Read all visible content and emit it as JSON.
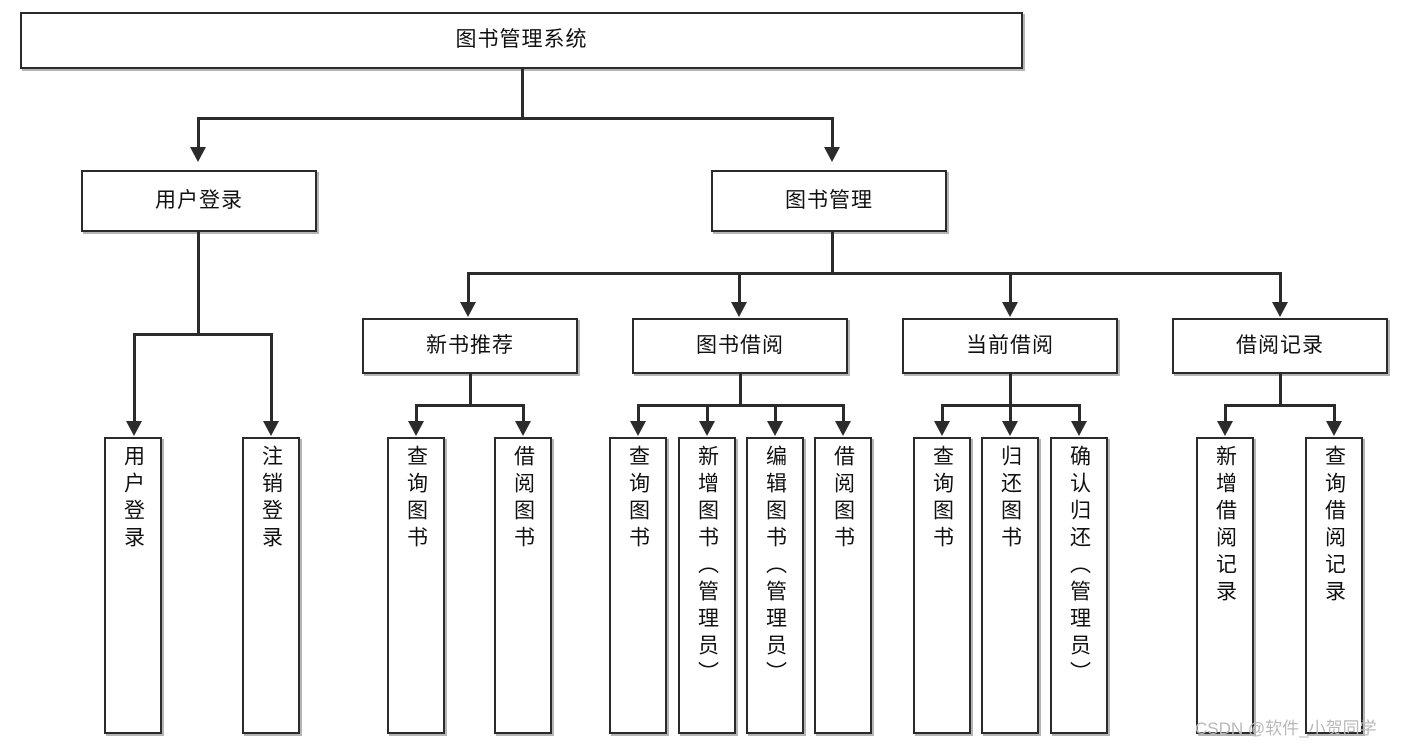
{
  "diagram": {
    "title": "图书管理系统",
    "type": "hierarchy-tree",
    "root": {
      "label": "图书管理系统"
    },
    "level2": [
      {
        "label": "用户登录"
      },
      {
        "label": "图书管理"
      }
    ],
    "level3": [
      {
        "label": "新书推荐"
      },
      {
        "label": "图书借阅"
      },
      {
        "label": "当前借阅"
      },
      {
        "label": "借阅记录"
      }
    ],
    "leaves": {
      "user_login": [
        {
          "label": "用户登录"
        },
        {
          "label": "注销登录"
        }
      ],
      "new_book_recommend": [
        {
          "label": "查询图书"
        },
        {
          "label": "借阅图书"
        }
      ],
      "book_borrow": [
        {
          "label": "查询图书"
        },
        {
          "label": "新增图书（管理员）"
        },
        {
          "label": "编辑图书（管理员）"
        },
        {
          "label": "借阅图书"
        }
      ],
      "current_borrow": [
        {
          "label": "查询图书"
        },
        {
          "label": "归还图书"
        },
        {
          "label": "确认归还（管理员）"
        }
      ],
      "borrow_record": [
        {
          "label": "新增借阅记录"
        },
        {
          "label": "查询借阅记录"
        }
      ]
    }
  },
  "watermark": {
    "text": "CSDN @软件_小贺同学"
  },
  "colors": {
    "border": "#2b2b2b",
    "text": "#111111",
    "background": "#ffffff",
    "watermark": "#b9b9b9"
  }
}
